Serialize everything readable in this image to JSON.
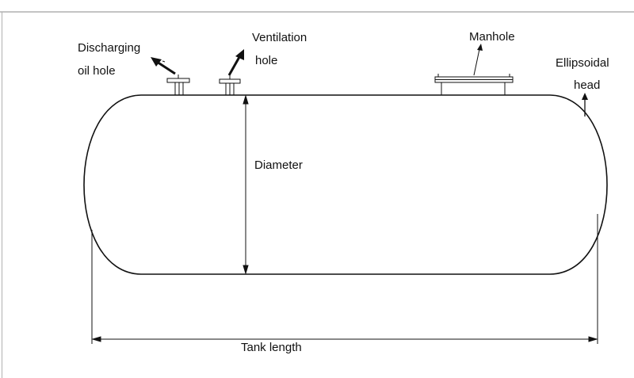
{
  "labels": {
    "discharging_line1": "Discharging",
    "discharging_line2": "oil hole",
    "ventilation_line1": "Ventilation",
    "ventilation_line2": "hole",
    "manhole": "Manhole",
    "ellipsoidal_line1": "Ellipsoidal",
    "ellipsoidal_line2": "head",
    "diameter": "Diameter",
    "tank_length": "Tank length"
  },
  "colors": {
    "line": "#111111",
    "frame": "#8a8a8a",
    "background": "#ffffff"
  }
}
